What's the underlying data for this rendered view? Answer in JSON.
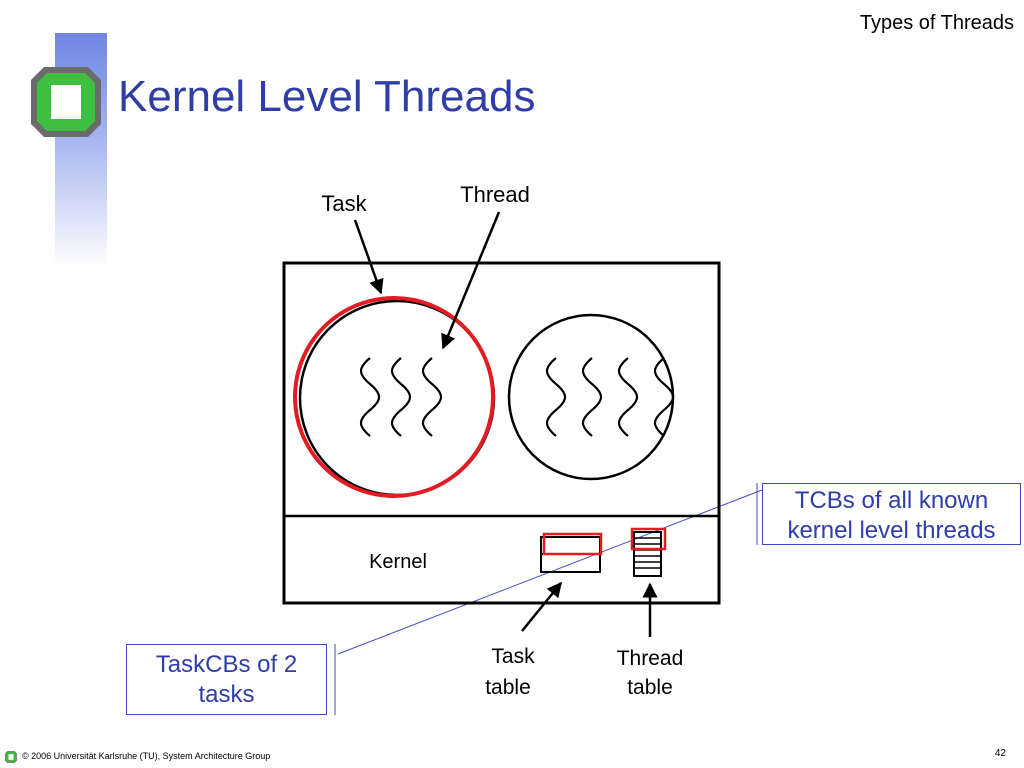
{
  "header": {
    "section": "Types of Threads",
    "title": "Kernel Level Threads"
  },
  "diagram": {
    "label_task": "Task",
    "label_thread": "Thread",
    "label_kernel": "Kernel",
    "label_task_table_line1": "Task",
    "label_task_table_line2": "table",
    "label_thread_table_line1": "Thread",
    "label_thread_table_line2": "table"
  },
  "callouts": {
    "tcbs_line1": "TCBs of all known",
    "tcbs_line2": "kernel level threads",
    "taskcbs_line1": "TaskCBs of 2",
    "taskcbs_line2": "tasks"
  },
  "footer": {
    "copyright": "© 2006 Universität Karlsruhe (TU), System Architecture Group",
    "page": "42"
  },
  "colors": {
    "title": "#2f3da6",
    "highlight": "#e31b23",
    "callout_border": "#3d4bc2",
    "logo_green": "#3fbf3f",
    "logo_gray": "#6b6b6b"
  }
}
